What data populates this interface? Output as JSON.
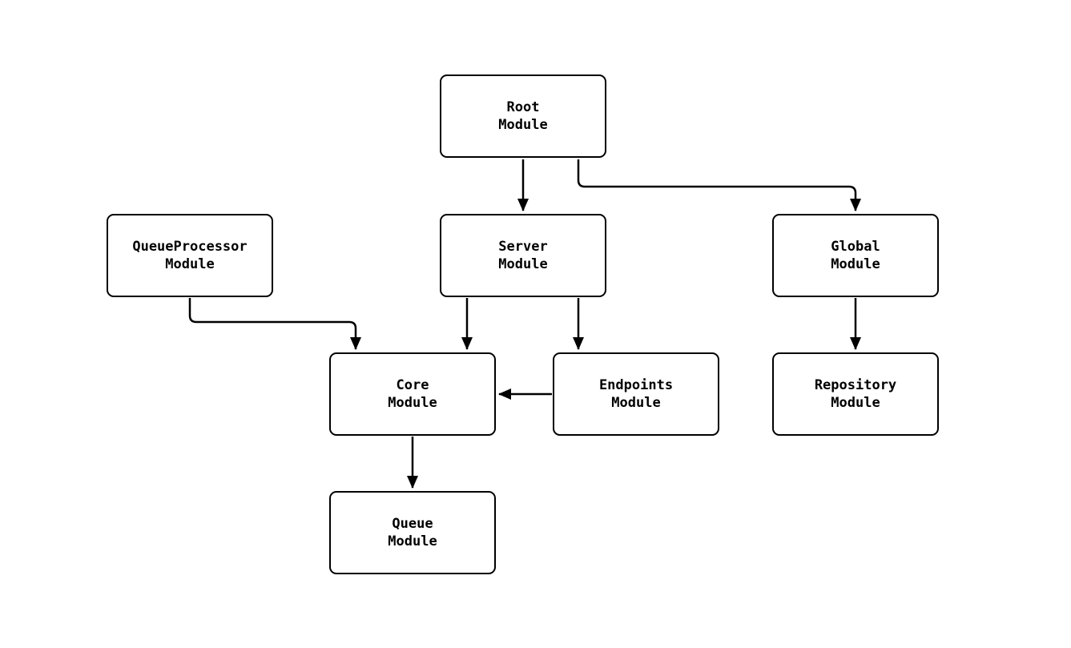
{
  "diagram": {
    "background_color": "#ffffff",
    "stroke_color": "#000000",
    "node_fill_color": "#ffffff",
    "nodes": {
      "root": {
        "label": "Root\nModule"
      },
      "queueprocessor": {
        "label": "QueueProcessor\nModule"
      },
      "server": {
        "label": "Server\nModule"
      },
      "global": {
        "label": "Global\nModule"
      },
      "core": {
        "label": "Core\nModule"
      },
      "endpoints": {
        "label": "Endpoints\nModule"
      },
      "repository": {
        "label": "Repository\nModule"
      },
      "queue": {
        "label": "Queue\nModule"
      }
    },
    "edges": [
      {
        "from": "Root Module",
        "to": "Server Module"
      },
      {
        "from": "Root Module",
        "to": "Global Module"
      },
      {
        "from": "QueueProcessor Module",
        "to": "Core Module"
      },
      {
        "from": "Server Module",
        "to": "Core Module"
      },
      {
        "from": "Server Module",
        "to": "Endpoints Module"
      },
      {
        "from": "Endpoints Module",
        "to": "Core Module"
      },
      {
        "from": "Global Module",
        "to": "Repository Module"
      },
      {
        "from": "Core Module",
        "to": "Queue Module"
      }
    ]
  }
}
